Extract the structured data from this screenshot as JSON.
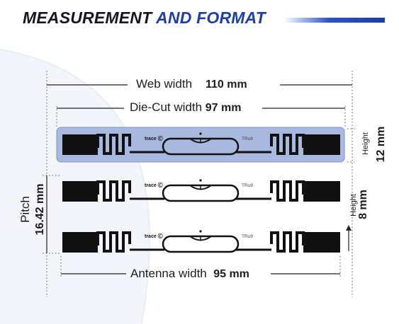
{
  "header": {
    "title_part1": "MEASUREMENT",
    "title_part2": "AND FORMAT"
  },
  "dimensions": {
    "web_width": {
      "label": "Web width",
      "value": "110 mm"
    },
    "die_cut_width": {
      "label": "Die-Cut width",
      "value": "97 mm"
    },
    "antenna_width": {
      "label": "Antenna width",
      "value": "95 mm"
    },
    "pitch": {
      "label": "Pitch",
      "value": "16.42 mm"
    },
    "label_height": {
      "label": "Height",
      "value": "12 mm"
    },
    "antenna_height": {
      "label": "Height",
      "value": "8 mm"
    }
  },
  "tag": {
    "brand_text": "trace",
    "model_text": "TRu9"
  },
  "colors": {
    "accent_blue": "#1e3ea8",
    "label_fill": "#a9b8de",
    "antenna": "#111111"
  }
}
